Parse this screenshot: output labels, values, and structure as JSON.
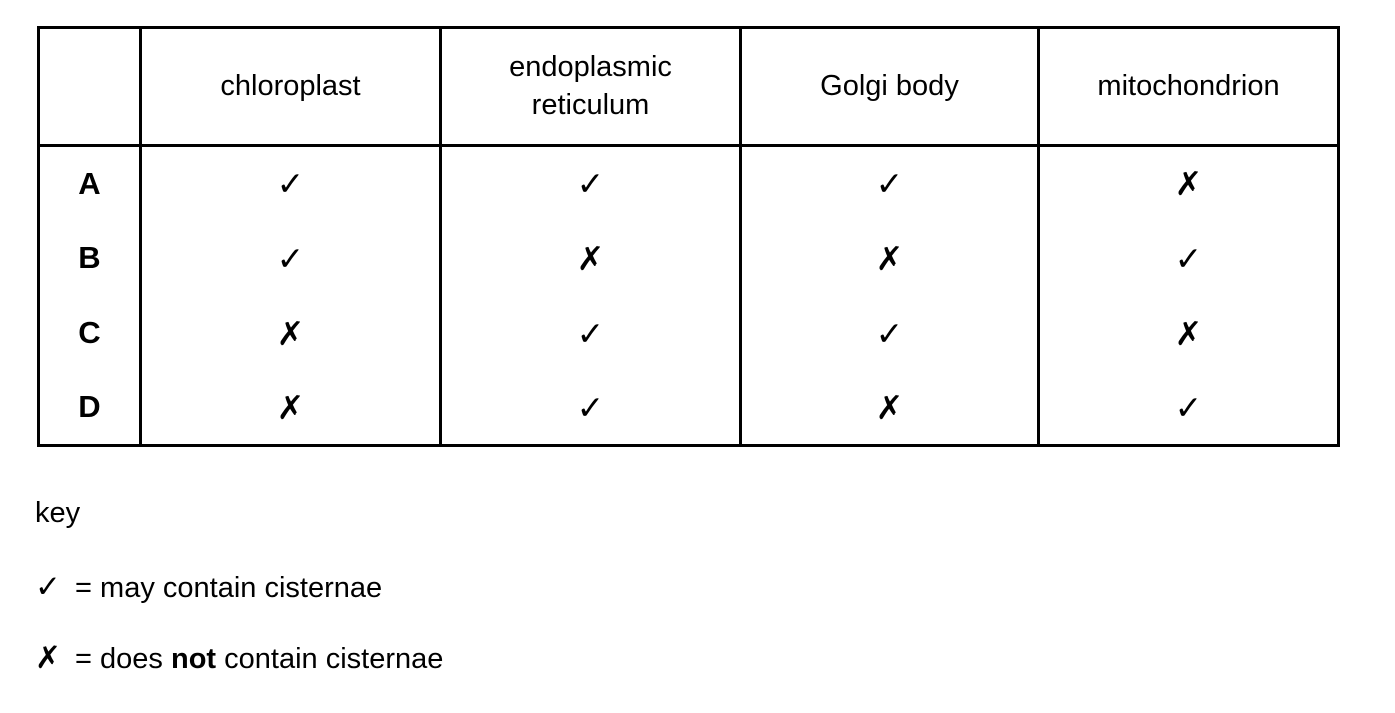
{
  "colors": {
    "text": "#000000",
    "background": "#ffffff",
    "table_border": "#000000"
  },
  "table": {
    "column_headers": [
      "",
      "chloroplast",
      "endoplasmic reticulum",
      "Golgi body",
      "mitochondrion"
    ],
    "rows": [
      {
        "label": "A",
        "cells": [
          "✓",
          "✓",
          "✓",
          "✗"
        ]
      },
      {
        "label": "B",
        "cells": [
          "✓",
          "✗",
          "✗",
          "✓"
        ]
      },
      {
        "label": "C",
        "cells": [
          "✗",
          "✓",
          "✓",
          "✗"
        ]
      },
      {
        "label": "D",
        "cells": [
          "✗",
          "✓",
          "✗",
          "✓"
        ]
      }
    ]
  },
  "key": {
    "heading": "key",
    "check": {
      "symbol": "✓",
      "text": "= may contain cisternae"
    },
    "cross": {
      "symbol": "✗",
      "text_before": "= does",
      "bold_word": "not",
      "text_after": "contain cisternae"
    }
  }
}
